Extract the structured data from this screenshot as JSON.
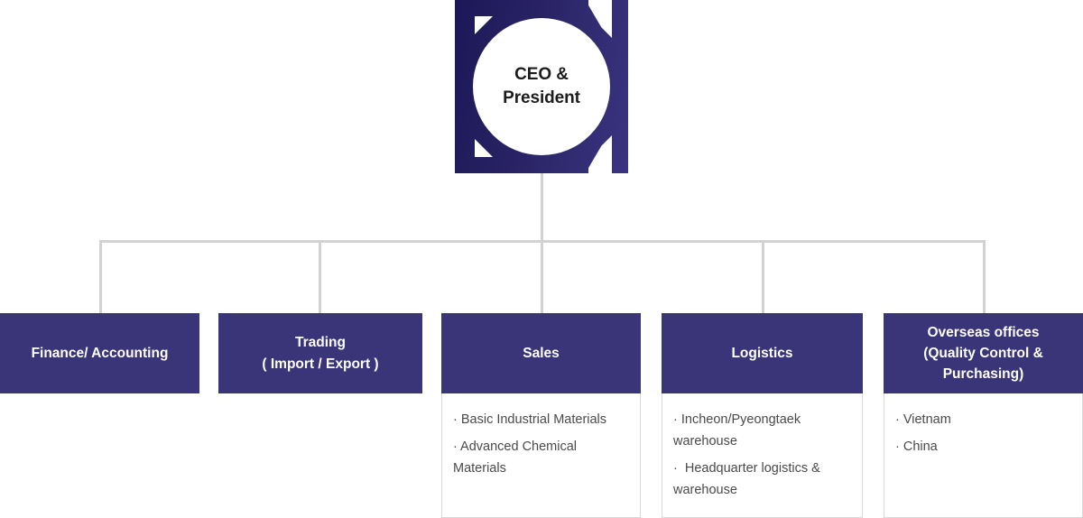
{
  "colors": {
    "node_purple": "#3a3478",
    "ceo_gradient_start": "#1c1857",
    "ceo_gradient_end": "#3a3480",
    "connector_gray": "#d2d2d2",
    "body_border": "#d8d8d8",
    "body_text": "#4a4a4a",
    "ceo_text": "#1c1c1c"
  },
  "ceo": {
    "line1": "CEO &",
    "line2": "President"
  },
  "departments": [
    {
      "id": "finance-accounting",
      "title_lines": [
        "Finance/ Accounting"
      ],
      "items": []
    },
    {
      "id": "trading",
      "title_lines": [
        "Trading",
        "( Import / Export )"
      ],
      "items": []
    },
    {
      "id": "sales",
      "title_lines": [
        "Sales"
      ],
      "items": [
        "· Basic Industrial Materials",
        "· Advanced Chemical Materials"
      ]
    },
    {
      "id": "logistics",
      "title_lines": [
        "Logistics"
      ],
      "items": [
        "· Incheon/Pyeongtaek warehouse",
        "·  Headquarter logistics & warehouse"
      ]
    },
    {
      "id": "overseas-offices",
      "title_lines": [
        "Overseas offices",
        "(Quality Control &",
        "Purchasing)"
      ],
      "items": [
        "· Vietnam",
        "· China"
      ]
    }
  ]
}
